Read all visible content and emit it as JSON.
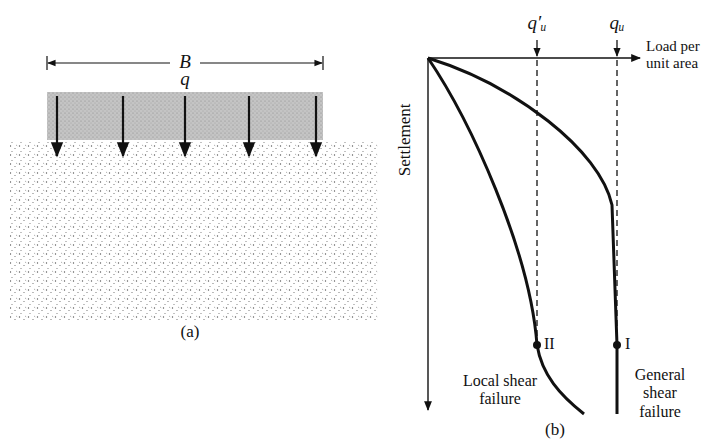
{
  "diagram": {
    "labels": [
      "B",
      "q",
      "(a)",
      "q′ᵤ",
      "qᵤ",
      "Load per unit area",
      "Settlement",
      "II",
      "I",
      "Local shear failure",
      "General shear failure",
      "(b)"
    ]
  }
}
